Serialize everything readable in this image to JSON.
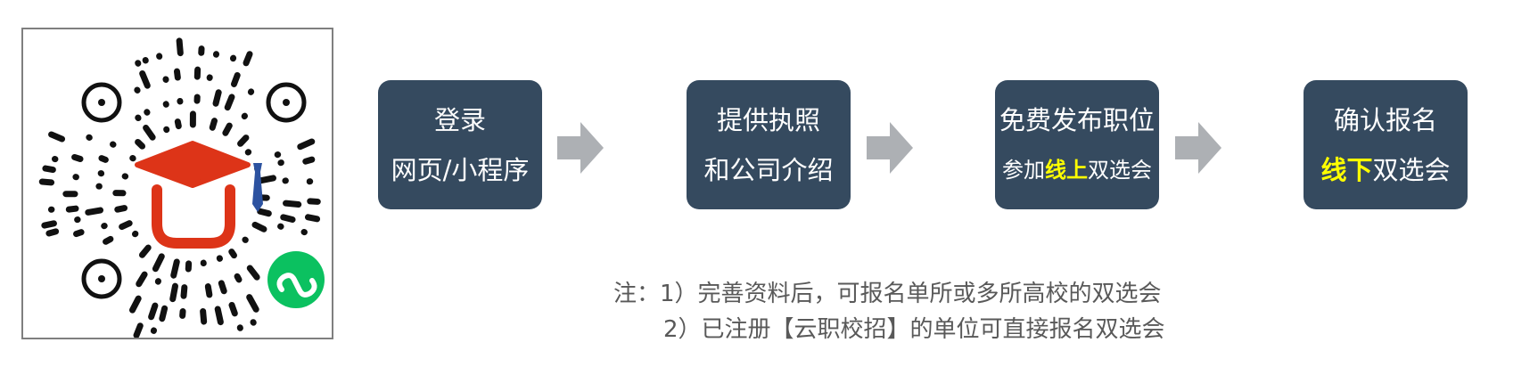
{
  "qr_code": {
    "description_label": "mini-program-code",
    "logo_colors": {
      "cap": "#dd3418",
      "tie": "#2c52a0",
      "badge": "#0bc160"
    }
  },
  "steps": [
    {
      "line1": "登录",
      "line2": "网页/小程序"
    },
    {
      "line1": "提供执照",
      "line2": "和公司介绍"
    },
    {
      "line1": "免费发布职位",
      "line2_pre": "参加",
      "line2_hl": "线上",
      "line2_post": "双选会"
    },
    {
      "line1": "确认报名",
      "line2_pre": "",
      "line2_hl": "线下",
      "line2_post": "双选会"
    }
  ],
  "notes": {
    "prefix": "注：",
    "line1": "1）完善资料后，可报名单所或多所高校的双选会",
    "line2": "2）已注册【云职校招】的单位可直接报名双选会"
  },
  "colors": {
    "box": "#354a5f",
    "arrow": "#adb0b4",
    "highlight": "#ffff00",
    "note": "#595959"
  }
}
